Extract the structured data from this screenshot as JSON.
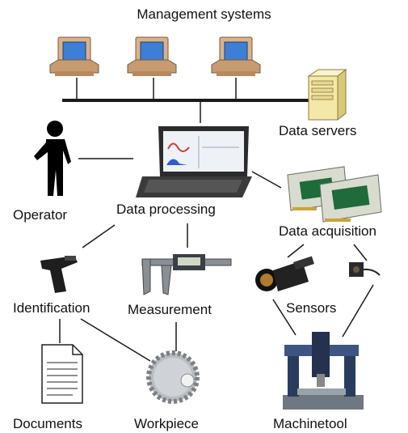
{
  "title": "Management systems",
  "nodes": {
    "data_servers": "Data servers",
    "operator": "Operator",
    "data_processing": "Data processing",
    "data_acquisition": "Data acquisition",
    "identification": "Identification",
    "measurement": "Measurement",
    "sensors": "Sensors",
    "documents": "Documents",
    "workpiece": "Workpiece",
    "machinetool": "Machinetool"
  },
  "colors": {
    "line": "#1a1a1a",
    "monitor_body": "#d9b28a",
    "monitor_screen": "#3d7fd6",
    "server": "#f4e8a8",
    "card": "#1f6b3a",
    "laptop": "#2b2b2b"
  },
  "icons": [
    "computer-icon",
    "server-icon",
    "operator-icon",
    "laptop-icon",
    "daq-card-icon",
    "barcode-scanner-icon",
    "caliper-icon",
    "camera-sensor-icon",
    "probe-sensor-icon",
    "document-icon",
    "gear-icon",
    "machine-tool-icon"
  ]
}
